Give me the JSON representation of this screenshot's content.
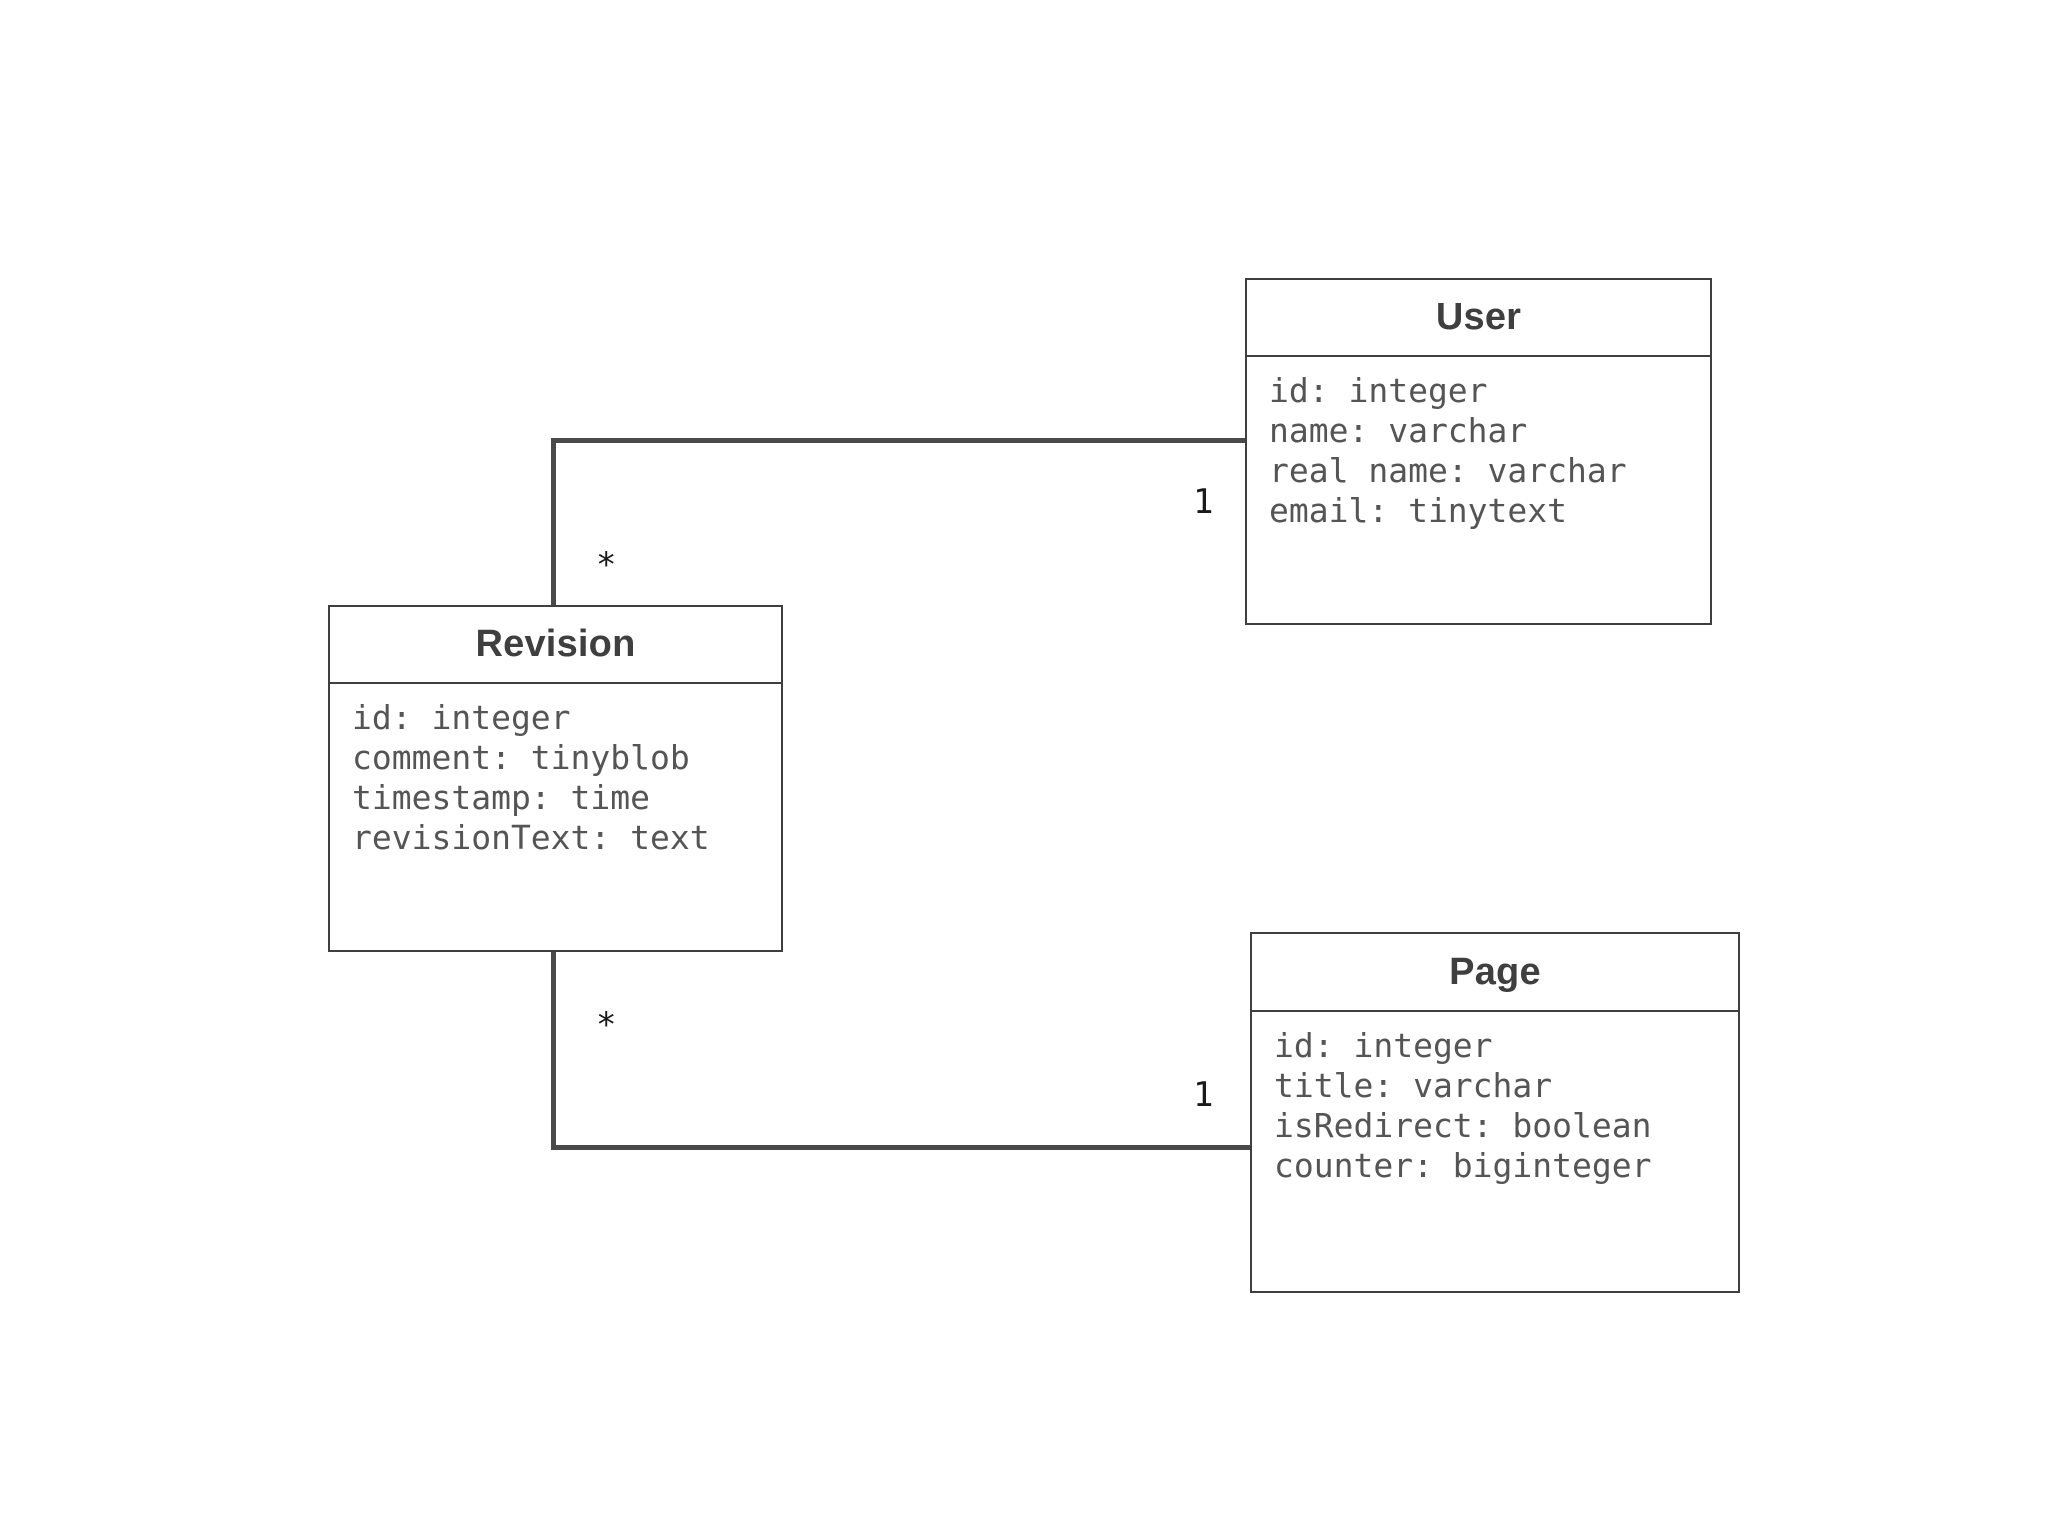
{
  "diagram": {
    "type": "uml-class-diagram",
    "background_color": "#ffffff",
    "border_color": "#3f3f3f",
    "connector_color": "#4a4a4a",
    "title_color": "#3f3f3f",
    "attribute_color": "#555555",
    "multiplicity_color": "#1a1a1a"
  },
  "classes": [
    {
      "name": "User",
      "attributes": [
        "id: integer",
        "name: varchar",
        "real name: varchar",
        "email: tinytext"
      ]
    },
    {
      "name": "Revision",
      "attributes": [
        "id: integer",
        "comment: tinyblob",
        "timestamp: time",
        "revisionText: text"
      ]
    },
    {
      "name": "Page",
      "attributes": [
        "id: integer",
        "title: varchar",
        "isRedirect: boolean",
        "counter: biginteger"
      ]
    }
  ],
  "relationships": [
    {
      "from": "Revision",
      "to": "User",
      "from_multiplicity": "*",
      "to_multiplicity": "1"
    },
    {
      "from": "Revision",
      "to": "Page",
      "from_multiplicity": "*",
      "to_multiplicity": "1"
    }
  ]
}
